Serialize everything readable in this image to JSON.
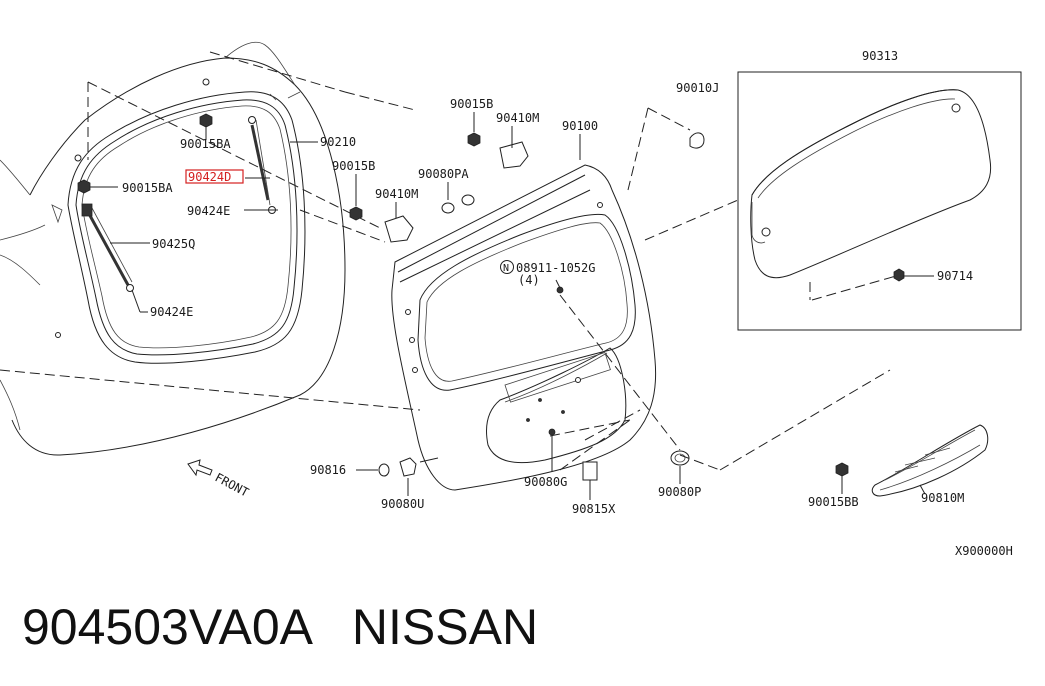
{
  "labels": {
    "p90313": "90313",
    "p90010J": "90010J",
    "p90015B_a": "90015B",
    "p90410M_a": "90410M",
    "p90100": "90100",
    "p90015BA_top": "90015BA",
    "p90210": "90210",
    "p90424D": "90424D",
    "p90015BA_left": "90015BA",
    "p90015B_b": "90015B",
    "p90080PA": "90080PA",
    "p90410M_b": "90410M",
    "p90424E_top": "90424E",
    "p90425Q": "90425Q",
    "p08911": "08911-1052G",
    "p08911_qty": "(4)",
    "p08911_symbol": "N",
    "p90424E_bot": "90424E",
    "p90714": "90714",
    "p90816": "90816",
    "p90080U": "90080U",
    "p90080G": "90080G",
    "p90815X": "90815X",
    "p90080P": "90080P",
    "p90015BB": "90015BB",
    "p90810M": "90810M",
    "front": "FRONT",
    "diagram_code": "X900000H"
  },
  "highlight": {
    "part": "90424D",
    "color": "#d42020"
  },
  "caption": {
    "part_number": "904503VA0A",
    "brand": "NISSAN"
  },
  "icons": {
    "front_arrow": "front-arrow-icon",
    "n_circle": "n-circle-symbol"
  }
}
